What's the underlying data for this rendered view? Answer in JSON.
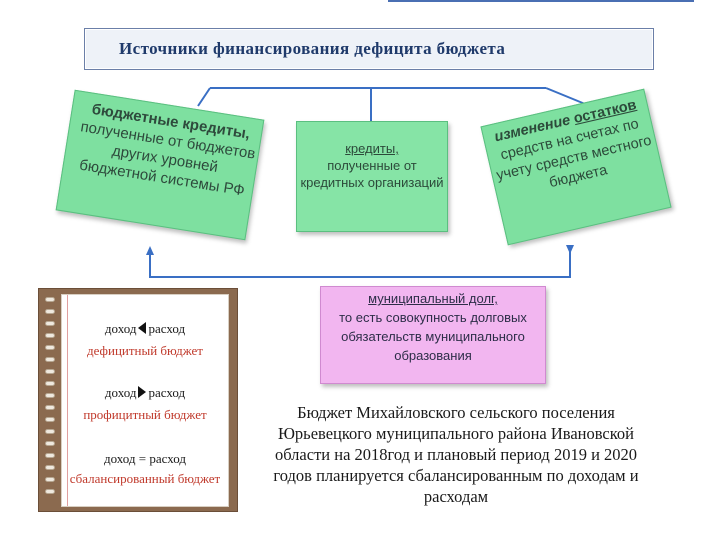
{
  "title": "Источники финансирования дефицита бюджета",
  "sources": [
    {
      "head": "бюджетные кредиты,",
      "body": "полученные от бюджетов других уровней бюджетной системы РФ"
    },
    {
      "head": "кредиты,",
      "body": "полученные от кредитных организаций"
    },
    {
      "head": "изменение",
      "underlined": "остатков",
      "body": "средств на счетах по учету средств местного бюджета"
    }
  ],
  "municipal_debt": {
    "head": "муниципальный долг,",
    "body": "то есть совокупность долговых обязательств муниципального образования"
  },
  "notebook": {
    "deficit": {
      "left": "доход",
      "right": "расход",
      "label": "дефицитный бюджет"
    },
    "surplus": {
      "left": "доход",
      "right": "расход",
      "label": "профицитный бюджет"
    },
    "balanced": {
      "formula": "доход = расход",
      "label": "сбалансированный бюджет"
    }
  },
  "conclusion": "Бюджет Михайловского сельского поселения Юрьевецкого муниципального района Ивановской области на 2018год и плановый период 2019 и 2020 годов планируется сбалансированным по доходам и расходам",
  "colors": {
    "card_green": "#7ee0a0",
    "card_pink": "#f2b6f0",
    "arrow_blue": "#3a6fc4",
    "title_text": "#1f3a6b",
    "notebook_cover": "#8b6a4f",
    "label_red": "#c0392b"
  }
}
